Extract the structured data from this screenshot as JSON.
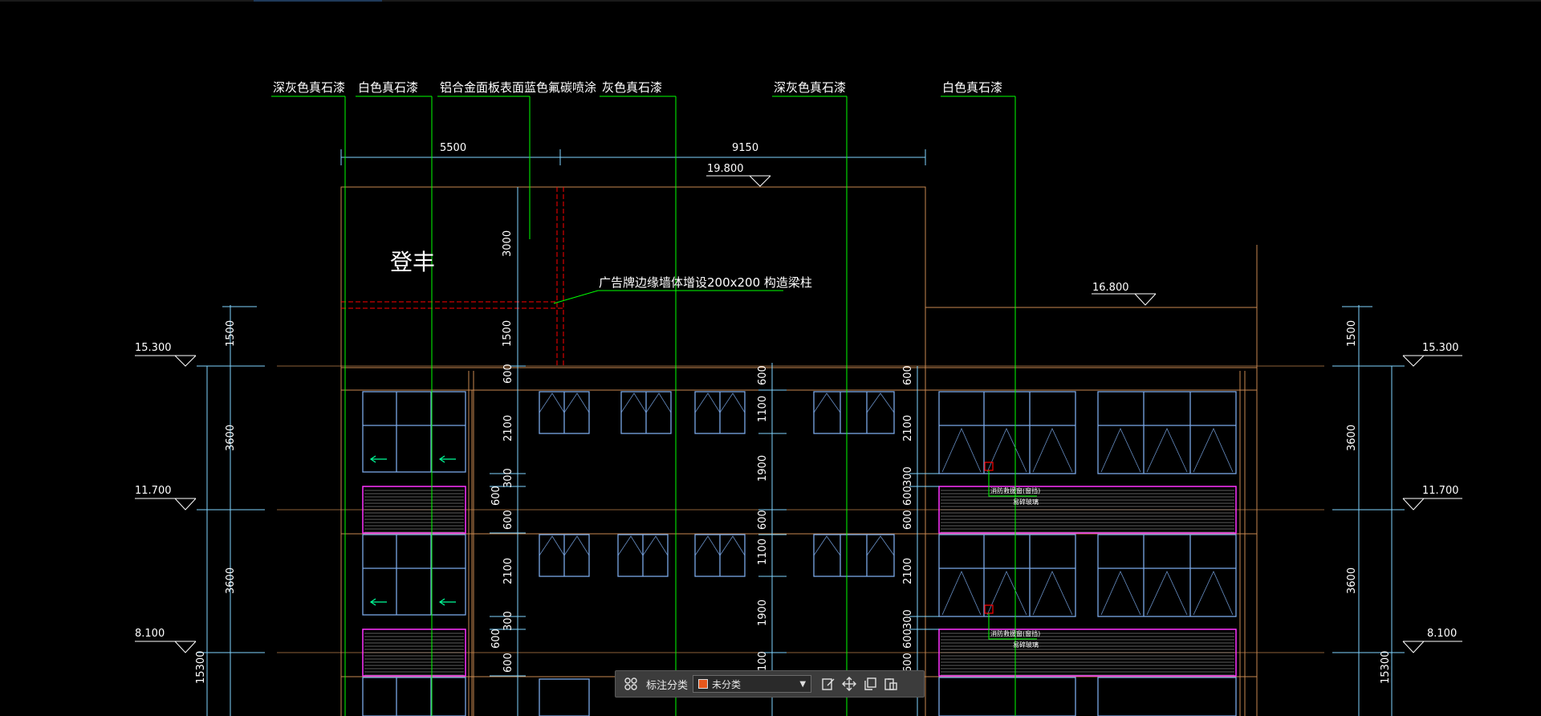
{
  "annotations": {
    "material_labels": [
      "深灰色真石漆",
      "白色真石漆",
      "铝合金面板表面蓝色氟碳喷涂",
      "灰色真石漆",
      "深灰色真石漆",
      "白色真石漆"
    ],
    "sign_text": "登丰",
    "leader_note": "广告牌边缘墙体增设200x200   构造梁柱",
    "small_note_1": "消防救援窗(窗挡)",
    "small_note_2": "易碎玻璃",
    "small_note_3": "消防救援窗(窗挡)",
    "small_note_4": "易碎玻璃"
  },
  "dimensions": {
    "top_left": "5500",
    "top_right": "9150",
    "v_3000": "3000",
    "v_1500_mid": "1500",
    "left_1500": "1500",
    "left_3600_a": "3600",
    "left_3600_b": "3600",
    "left_15300": "15300",
    "right_1500": "1500",
    "right_3600_a": "3600",
    "right_3600_b": "3600",
    "right_15300": "15300",
    "c1_600": "600",
    "c1_2100": "2100",
    "c1_300": "300",
    "c1_600b": "600",
    "c1_600c": "600",
    "c1_2100b": "2100",
    "c1_300b": "300",
    "c1_600d": "600",
    "c1_600e": "600",
    "c2_600": "600",
    "c2_1100": "1100",
    "c2_1900": "1900",
    "c2_600b": "600",
    "c2_1100b": "1100",
    "c2_1900b": "1900",
    "c2_100": "100",
    "c3_600": "600",
    "c3_2100": "2100",
    "c3_300": "300",
    "c3_600b": "600",
    "c3_600c": "600",
    "c3_2100b": "2100",
    "c3_300b": "300",
    "c3_600d": "600",
    "c3_600e": "600"
  },
  "elevations": {
    "roof_top": "19.800",
    "roof_right": "16.800",
    "left_15300": "15.300",
    "left_11700": "11.700",
    "left_8100": "8.100",
    "right_15300": "15.300",
    "right_11700": "11.700",
    "right_8100": "8.100"
  },
  "toolbar": {
    "grid_icon": "grid-icon",
    "label": "标注分类",
    "selected": "未分类",
    "swatch_color": "#e8581c",
    "icons": [
      "edit-icon",
      "move-icon",
      "copy-icon",
      "paste-icon"
    ]
  },
  "colors": {
    "background": "#000000",
    "leader": "#00ff00",
    "dimension": "#7fd4ff",
    "outline": "#c88850",
    "window": "#7aa8e8",
    "magenta": "#ff33ff",
    "red": "#ff0000"
  }
}
